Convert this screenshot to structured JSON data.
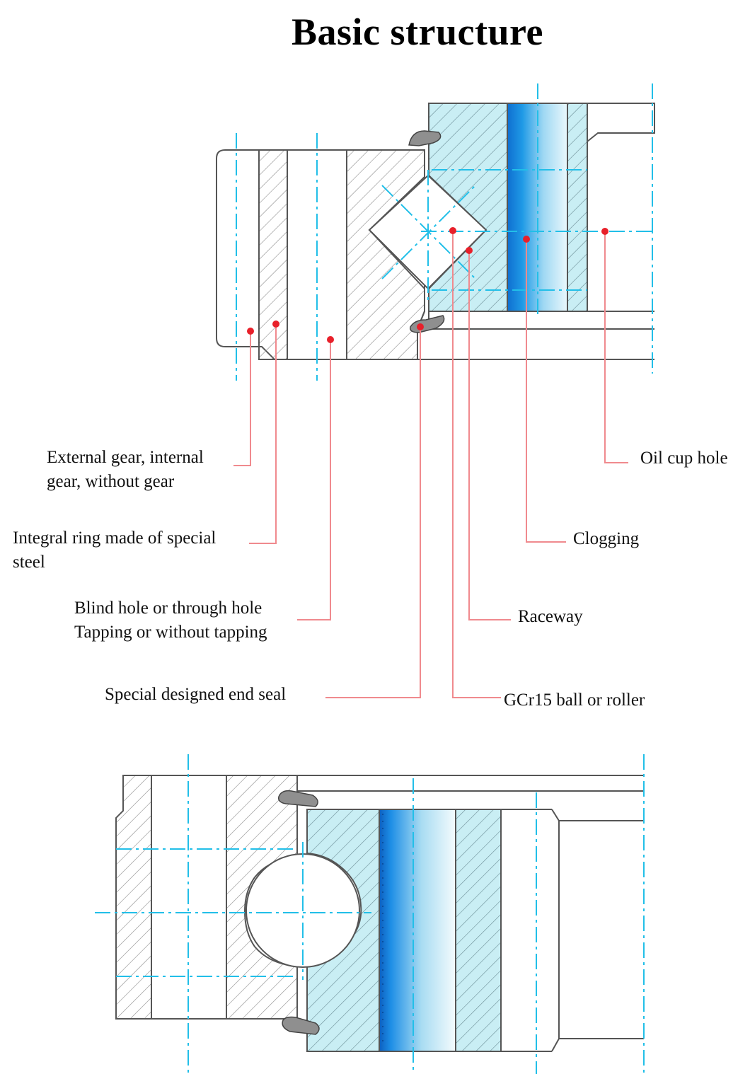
{
  "title": "Basic structure",
  "labels": {
    "external_gear_line1": "External gear, internal",
    "external_gear_line2": "gear, without gear",
    "integral_ring_line1": "Integral ring made of special",
    "integral_ring_line2": "steel",
    "blind_hole_line1": "Blind hole or through hole",
    "blind_hole_line2": "Tapping or without tapping",
    "end_seal": "Special designed end seal",
    "oil_cup_hole": "Oil cup hole",
    "clogging": "Clogging",
    "raceway": "Raceway",
    "ball_roller": "GCr15 ball or roller"
  },
  "colors": {
    "accent_red": "#e8202a",
    "leader_line": "#f08a8e",
    "center_line": "#22bfe8",
    "ring_fill": "#c9eef4",
    "plug_blue": "#1f86e0",
    "outline": "#555555"
  }
}
